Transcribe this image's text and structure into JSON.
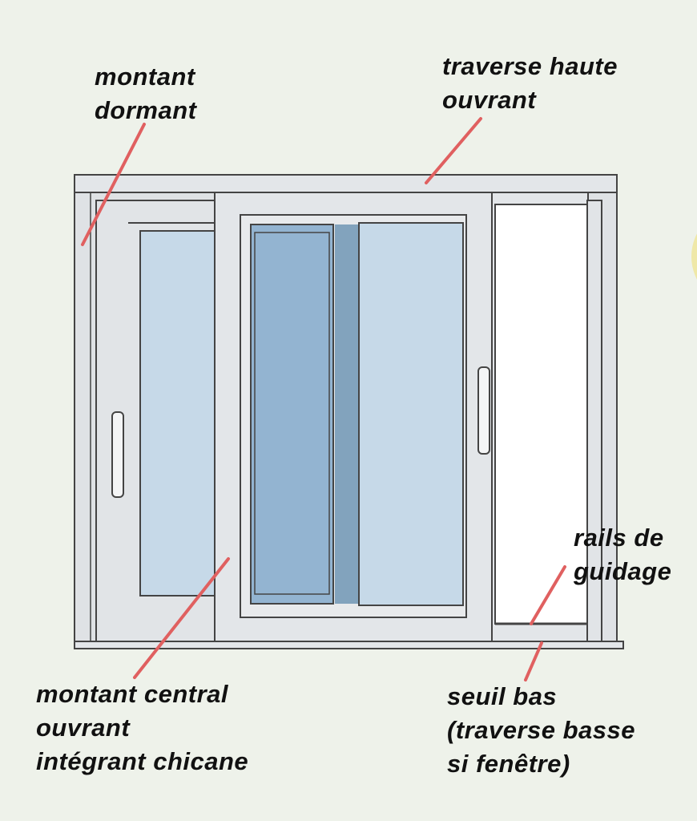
{
  "labels": {
    "montant_dormant": [
      "montant",
      "dormant"
    ],
    "traverse_haute": [
      "traverse haute",
      "ouvrant"
    ],
    "montant_central": [
      "montant central",
      "ouvrant",
      "intégrant chicane"
    ],
    "rails": [
      "rails de",
      "guidage"
    ],
    "seuil": [
      "seuil bas",
      "(traverse basse",
      "si fenêtre)"
    ]
  },
  "colors": {
    "background": "#eef2ea",
    "leader": "#e06060",
    "frame": "#dfe2e5",
    "glass_light": "#c6d9e8",
    "glass_dark": "#93b4d1",
    "chicane": "#82a3bd"
  }
}
